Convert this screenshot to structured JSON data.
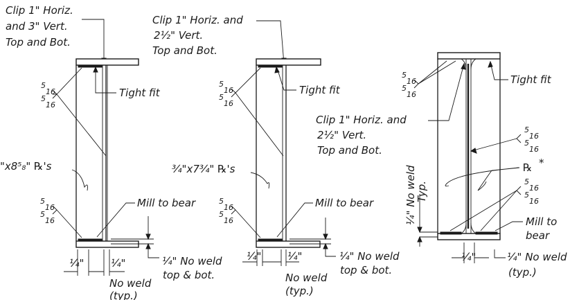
{
  "details": [
    {
      "clip_note": [
        "Clip 1\" Horiz.",
        "and 3\" Vert.",
        "Top and Bot."
      ],
      "tight_fit": "Tight fit",
      "weld_top": [
        "5",
        "16",
        "5",
        "16"
      ],
      "plate_note": "\"x8⁵₈\" ℞'s",
      "weld_bot": [
        "5",
        "16",
        "5",
        "16"
      ],
      "mill_note": "Mill to bear",
      "nw_label": "¼\" No weld",
      "tb_label": "top & bot.",
      "dim_left": "¼\"",
      "dim_right": "¼\"",
      "no_weld": [
        "No weld",
        "(typ.)"
      ]
    },
    {
      "clip_note": [
        "Clip 1\" Horiz. and",
        "2½\" Vert.",
        "Top and Bot."
      ],
      "tight_fit": "Tight fit",
      "weld_top": [
        "5",
        "16",
        "5",
        "16"
      ],
      "plate_note": "¾\"x7¾\" ℞'s",
      "weld_bot": [
        "5",
        "16",
        "5",
        "16"
      ],
      "mill_note": "Mill to bear",
      "nw_label": "¼\" No weld",
      "tb_label": "top & bot.",
      "dim_left": "¼\"",
      "dim_right": "¼\"",
      "no_weld": [
        "No weld",
        "(typ.)"
      ]
    },
    {
      "clip_note": [
        "Clip 1\" Horiz. and",
        "2½\" Vert.",
        "Top and Bot."
      ],
      "tight_fit": "Tight fit",
      "weld_top": [
        "5",
        "16",
        "5",
        "16"
      ],
      "weld_mid": [
        "5",
        "16",
        "5",
        "16"
      ],
      "plate_note": "℞",
      "asterisk": "*",
      "weld_bot": [
        "5",
        "16",
        "5",
        "16"
      ],
      "mill_note": [
        "Mill to",
        "bear"
      ],
      "vert_label": [
        "¼\" No weld",
        "Typ."
      ],
      "dim_left": "¼\"",
      "nw_label": "¼\" No weld",
      "typ": "(typ.)"
    }
  ]
}
